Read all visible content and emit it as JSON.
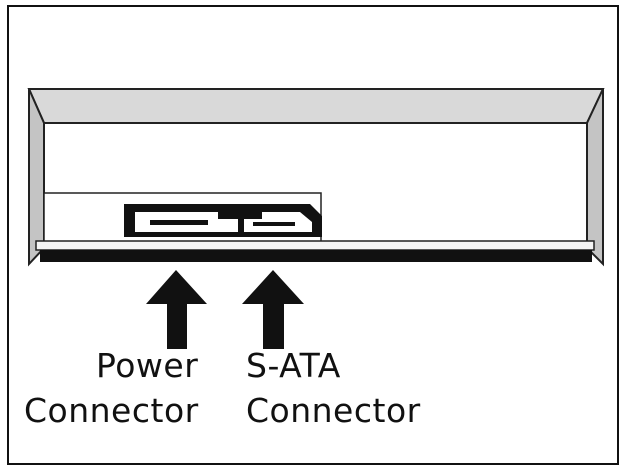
{
  "labels": {
    "power": [
      "Power",
      "Connector"
    ],
    "sata": [
      "S-ATA",
      "Connector"
    ]
  },
  "colors": {
    "background": "#ffffff",
    "ink": "#111111",
    "bezel": "#d9d9d9",
    "bezel_dark": "#c4c4c4",
    "bezel_light": "#efefef"
  }
}
